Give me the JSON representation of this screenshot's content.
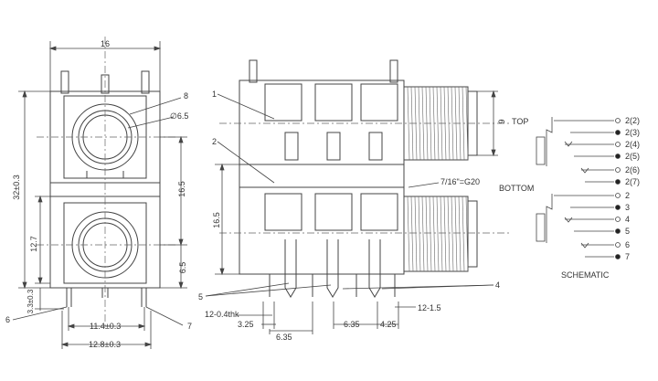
{
  "front_view": {
    "dims": {
      "width_top": "16",
      "jack_diameter": "∅6.5",
      "callout_8": "8",
      "height_total": "32±0.3",
      "dim_16_5": "16.5",
      "dim_12_7": "12.7",
      "dim_6_5": "6.5",
      "dim_3_3": "3.3±0.3",
      "pin_span": "11.4±0.3",
      "base_width": "12.8±0.3",
      "callout_6": "6",
      "callout_7": "7"
    }
  },
  "side_view": {
    "dims": {
      "callout_1": "1",
      "callout_2": "2",
      "thread": "7/16\"=G20",
      "dim_9": "9",
      "dim_16_5": "16.5",
      "callout_5": "5",
      "callout_4": "4",
      "pin_thk": "12-0.4thk",
      "pin_hole": "12-1.5",
      "d_3_25": "3.25",
      "d_6_35_a": "6.35",
      "d_6_35_b": "6.35",
      "d_4_25": "4.25"
    }
  },
  "schematic": {
    "top_label": "TOP",
    "bottom_label": "BOTTOM",
    "title": "SCHEMATIC",
    "top_pins": [
      "2(2)",
      "2(3)",
      "2(4)",
      "2(5)",
      "2(6)",
      "2(7)"
    ],
    "bottom_pins": [
      "2",
      "3",
      "4",
      "5",
      "6",
      "7"
    ]
  }
}
